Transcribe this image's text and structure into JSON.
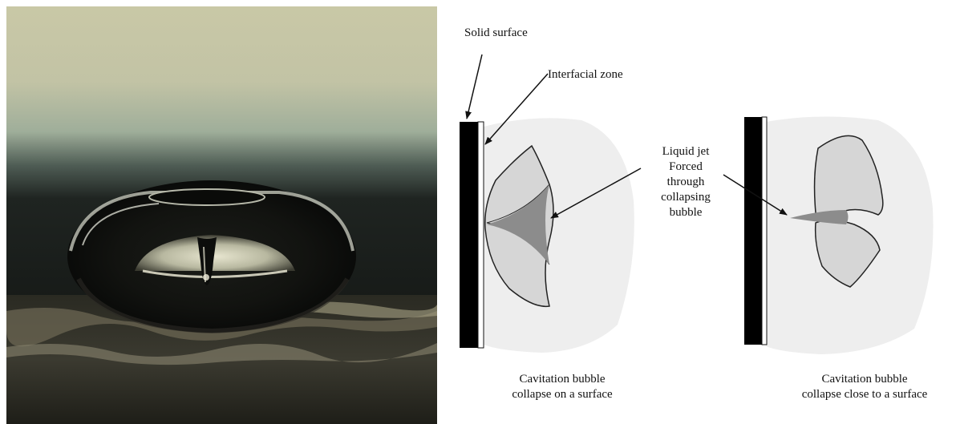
{
  "photo": {
    "caption": ""
  },
  "diagram": {
    "solid_surface_label": "Solid surface",
    "interfacial_zone_label": "Interfacial zone",
    "jet_label_lines": [
      "Liquid jet",
      "Forced",
      "through",
      "collapsing",
      "bubble"
    ],
    "left_caption_lines": [
      "Cavitation bubble",
      "collapse on a surface"
    ],
    "right_caption_lines": [
      "Cavitation bubble",
      "collapse close to a surface"
    ]
  },
  "colors": {
    "solid_surface": "#000000",
    "liquid_region": "#eeeeee",
    "bubble_fill": "#d6d6d6",
    "jet_fill": "#8c8c8c",
    "outline": "#222222"
  }
}
